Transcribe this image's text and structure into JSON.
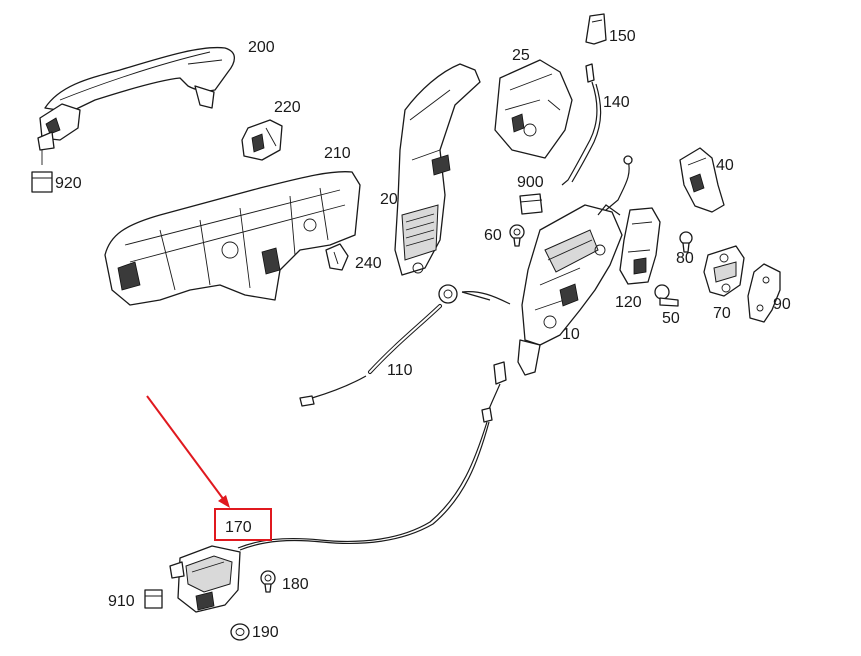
{
  "labels": {
    "l200": "200",
    "l220": "220",
    "l210": "210",
    "l920": "920",
    "l240": "240",
    "l20": "20",
    "l25": "25",
    "l150": "150",
    "l140": "140",
    "l900": "900",
    "l60": "60",
    "l40": "40",
    "l80": "80",
    "l120": "120",
    "l50": "50",
    "l70": "70",
    "l90": "90",
    "l10": "10",
    "l110": "110",
    "l170": "170",
    "l180": "180",
    "l910": "910",
    "l190": "190"
  },
  "highlight": {
    "color": "#e0191f",
    "target_label": "170"
  }
}
